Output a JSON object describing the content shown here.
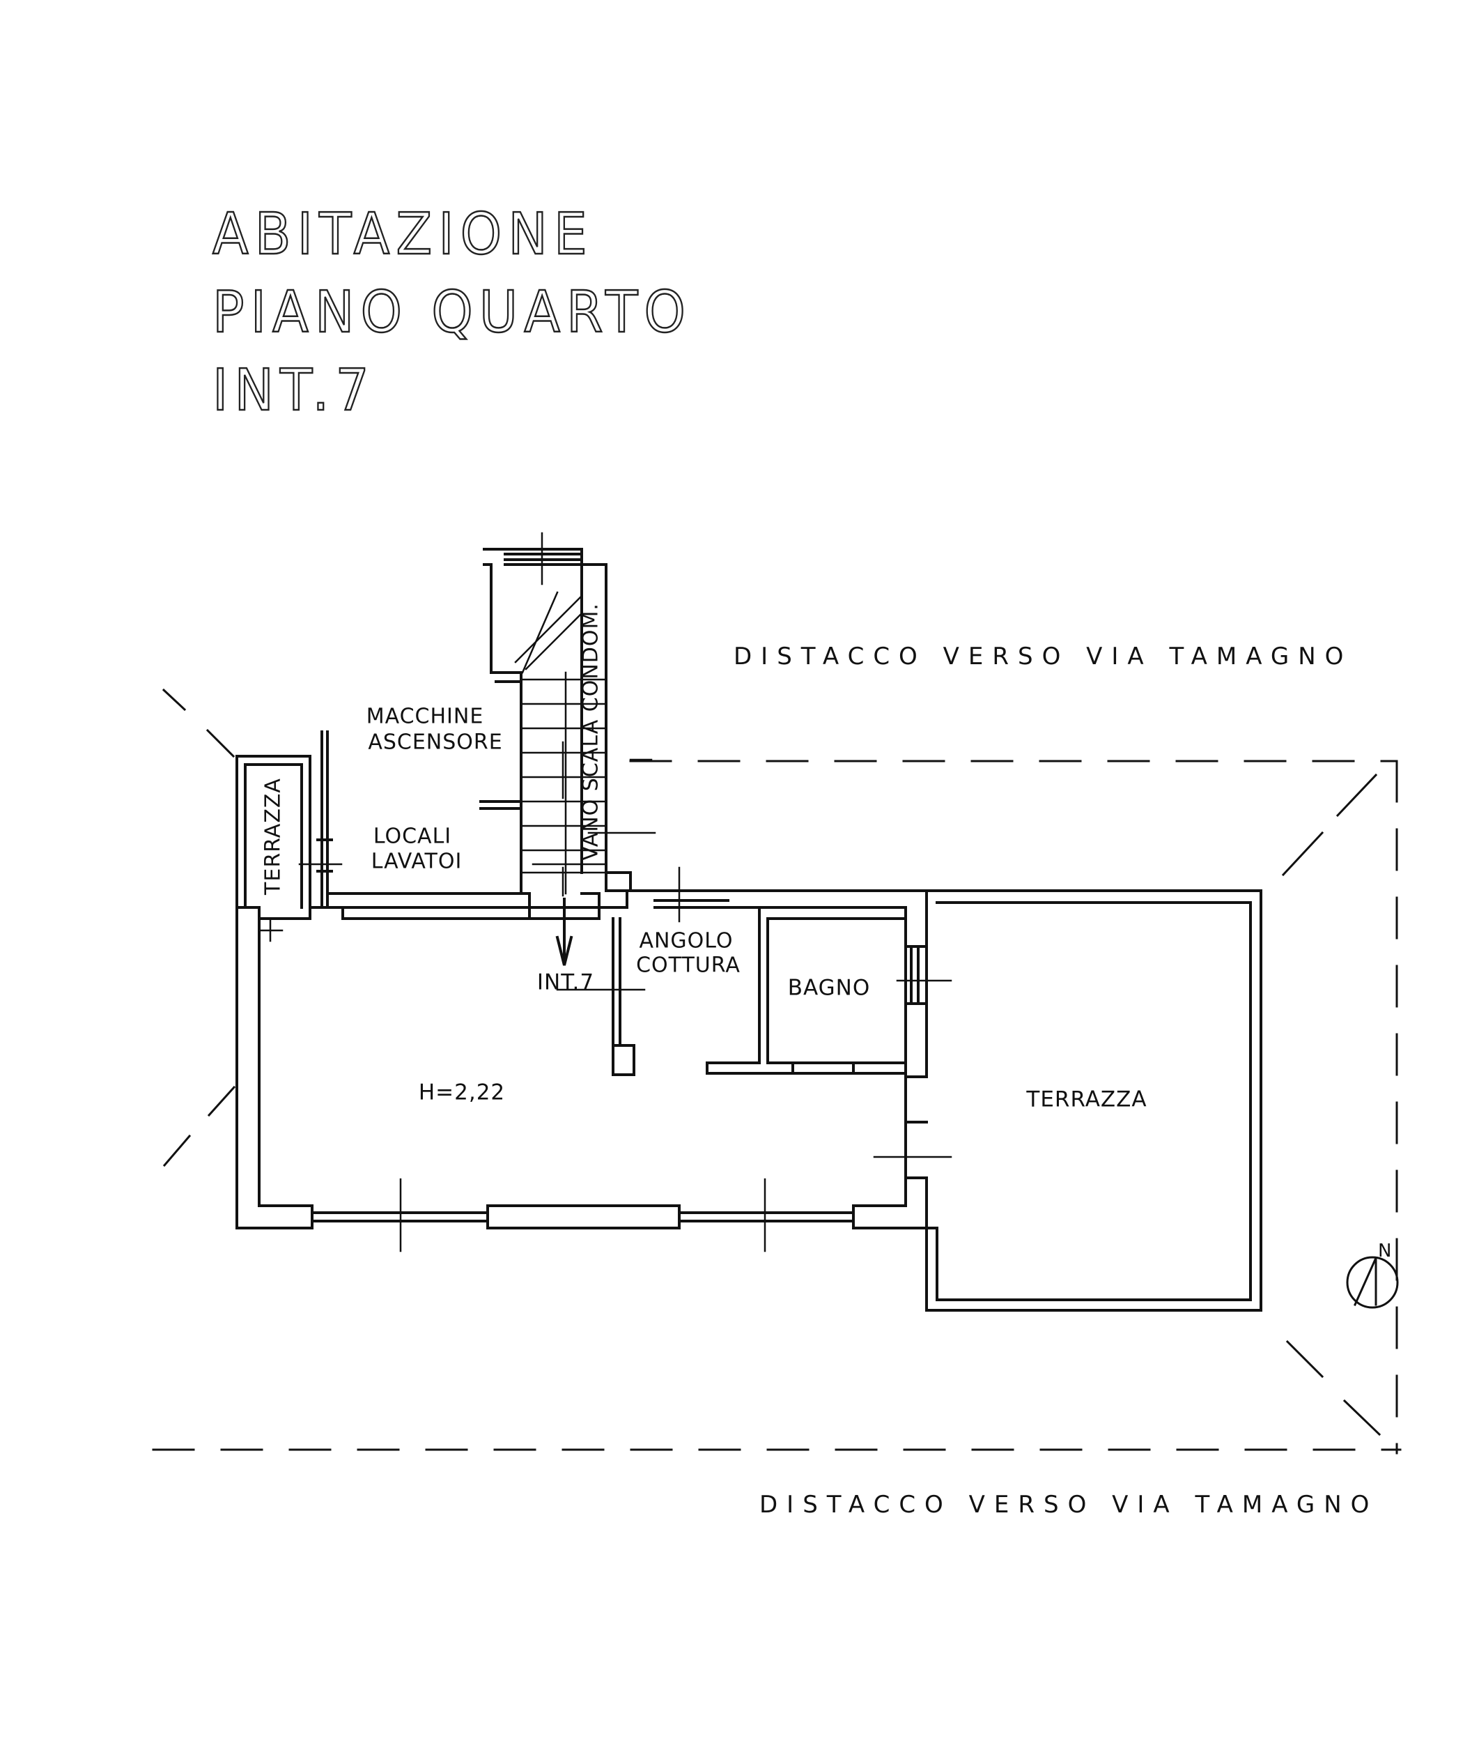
{
  "title": {
    "line1": "ABITAZIONE",
    "line2": "PIANO QUARTO",
    "line3": "INT.7"
  },
  "streets": {
    "top": "DISTACCO VERSO VIA TAMAGNO",
    "bottom": "DISTACCO VERSO VIA TAMAGNO"
  },
  "rooms": {
    "macchine_ascensore": [
      "MACCHINE",
      "ASCENSORE"
    ],
    "locali_lavatoi": [
      "LOCALI",
      "LAVATOI"
    ],
    "vano_scala": "VANO SCALA CONDOM.",
    "terrazza_small": "TERRAZZA",
    "angolo_cottura": [
      "ANGOLO",
      "COTTURA"
    ],
    "bagno": "BAGNO",
    "terrazza_large": "TERRAZZA",
    "height": "H=2,22",
    "entrance": "INT.7"
  },
  "north_label": "N",
  "colors": {
    "ink": "#111111",
    "paper": "#ffffff"
  }
}
